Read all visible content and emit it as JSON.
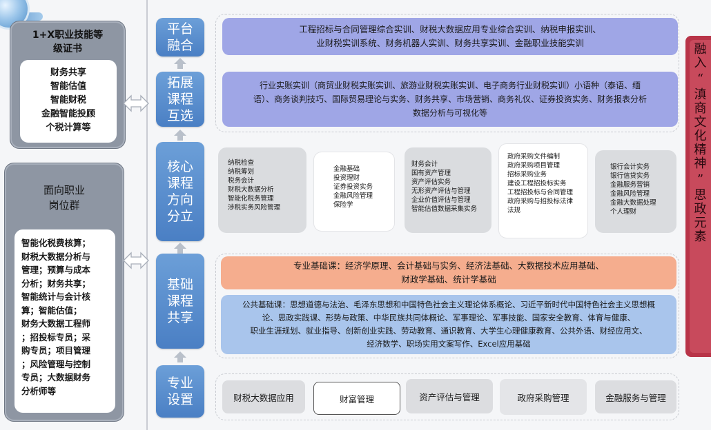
{
  "left": {
    "cert": {
      "title_lines": [
        "1+X职业技能等",
        "级证书"
      ],
      "items": [
        "财务共享",
        "智能估值",
        "智能财税",
        "金融智能投顾",
        "个税计算等"
      ]
    },
    "jobs": {
      "title_lines": [
        "面向职业",
        "岗位群"
      ],
      "text_lines": [
        "智能化税费核算；",
        "财税大数据分析与",
        "管理；预算与成本",
        "分析；财务共享；",
        "智能统计与会计核",
        "算；智能估值；",
        "财务大数据工程师",
        "；招投标专员；采",
        "购专员；项目管理",
        "；风险管理与控制",
        "专员；大数据财务",
        "分析师等"
      ]
    }
  },
  "stages": {
    "platform": "平台\n融合",
    "extension": "拓展\n课程\n互选",
    "core": "核心\n课程\n方向\n分立",
    "foundation": "基础\n课程\n共享",
    "major": "专业\n设置"
  },
  "platform_box": {
    "lines": [
      "工程招标与合同管理综合实训、财税大数据应用专业综合实训、纳税申报实训、",
      "业财税实训系统、财务机器人实训、财务共享实训、金融职业技能实训"
    ]
  },
  "extension_box": {
    "lines": [
      "行业实账实训（商贸业财税实账实训、旅游业财税实账实训、电子商务行业财税实训）小语种（泰语、缅",
      "语）、商务谈判技巧、国际贸易理论与实务、财务共享、市场营销、商务礼仪、证券投资实务、财务报表分析",
      "数据分析与可视化等"
    ]
  },
  "core_cards": [
    {
      "lines": [
        "纳税检查",
        "纳税筹划",
        "税务会计",
        "财税大数据分析",
        "智能化税务管理",
        "涉税实务风险管理"
      ]
    },
    {
      "lines": [
        "金融基础",
        "投资理财",
        "证券投资实务",
        "金融风险管理",
        "保险学"
      ]
    },
    {
      "lines": [
        "财务会计",
        "国有资产管理",
        "资产评估实务",
        "无形资产评估与管理",
        "企业价值评估与管理",
        "智能估值数据采集实务"
      ]
    },
    {
      "lines": [
        "政府采购文件编制",
        "政府采购项目管理",
        "招标采购业务",
        "建设工程招投标实务",
        "工程招投标与合同管理",
        "政府采购与招投标法律",
        "法规"
      ]
    },
    {
      "lines": [
        "银行会计实务",
        "银行信贷实务",
        "金融服务营销",
        "金融风险管理",
        "金融大数据处理",
        "个人理财"
      ]
    }
  ],
  "foundation": {
    "professional": {
      "lines": [
        "专业基础课：经济学原理、会计基础与实务、经济法基础、大数据技术应用基础、",
        "财政学基础、统计学基础"
      ]
    },
    "public": {
      "lines": [
        "公共基础课：思想道德与法治、毛泽东思想和中国特色社会主义理论体系概论、习近平新时代中国特色社会主义思想概",
        "论、思政实践课、形势与政策、中华民族共同体概论、军事理论、军事技能、国家安全教育、体育与健康、",
        "职业生涯规划、就业指导、创新创业实践、劳动教育、通识教育、大学生心理健康教育、公共外语、财经应用文、",
        "经济数学、职场实用文案写作、Excel应用基础"
      ]
    }
  },
  "majors": [
    "财税大数据应用",
    "财富管理",
    "资产评估与管理",
    "政府采购管理",
    "金融服务与管理"
  ],
  "side": {
    "chars": [
      "融",
      "入",
      "“",
      "滇",
      "商",
      "文",
      "化",
      "精",
      "神",
      "”",
      "思",
      "政",
      "元",
      "素"
    ]
  },
  "colors": {
    "stage_blue": "#5a8ccf",
    "purple_box": "#9fa6e6",
    "orange_box": "#f5ad8e",
    "blue_box": "#a9c5ec",
    "red_bar": "#b83448"
  }
}
